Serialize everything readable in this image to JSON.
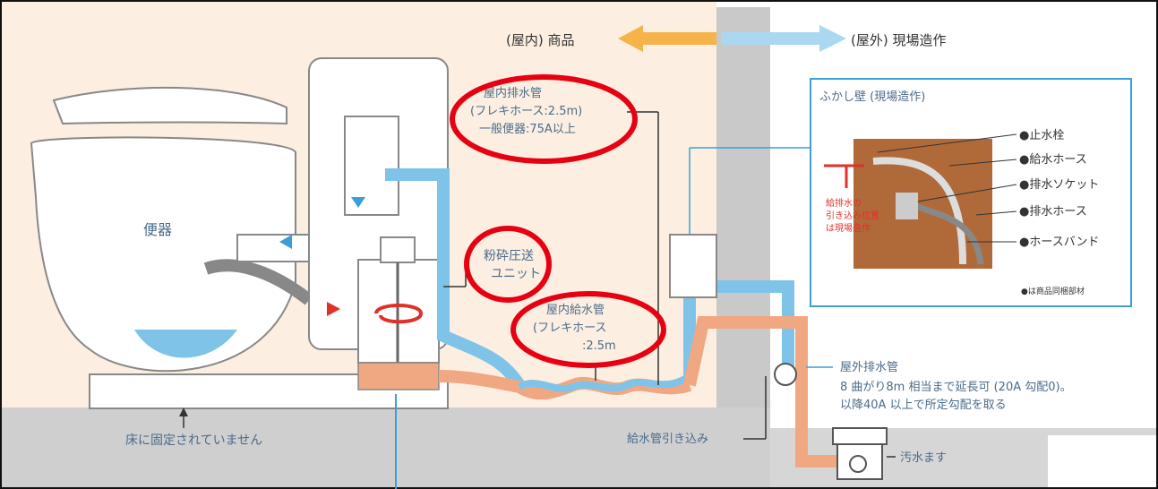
{
  "header": {
    "indoor_label": "(屋内) 商品",
    "outdoor_label": "(屋外) 現場造作"
  },
  "labels": {
    "toilet": "便器",
    "floor_note": "床に固定されていません",
    "crusher_line1": "粉砕圧送",
    "crusher_line2": "ユニット",
    "indoor_drain_line1": "屋内排水管",
    "indoor_drain_line2": "(フレキホース:2.5m)",
    "indoor_drain_line3": "一般便器:75A以上",
    "indoor_supply_line1": "屋内給水管",
    "indoor_supply_line2": "(フレキホース",
    "indoor_supply_line3": ":2.5m",
    "outdoor_drain_title": "屋外排水管",
    "outdoor_drain_line1": "8 曲がり8m 相当まで延長可 (20A 勾配0)。",
    "outdoor_drain_line2": "以降40A 以上で所定勾配を取る",
    "supply_pipe_intake": "給水管引き込み",
    "sewage_basin": "汚水ます"
  },
  "inset": {
    "title": "ふかし壁 (現場造作)",
    "photo_note_line1": "給排水の",
    "photo_note_line2": "引き込み位置",
    "photo_note_line3": "は現場造作",
    "footnote": "●は商品同梱部材",
    "parts": [
      "●止水栓",
      "●給水ホース",
      "●排水ソケット",
      "●排水ホース",
      "●ホースバンド"
    ]
  },
  "colors": {
    "indoor_bg": "#fcefe1",
    "wall": "#c9c9c9",
    "floor": "#cfcfcf",
    "water_pipe": "#7fc4e8",
    "drain_pipe": "#f0a882",
    "arrow_orange": "#f5b34a",
    "arrow_blue": "#a9d8f0",
    "highlight_circle": "#e60012",
    "frame_line": "#3a9fd8"
  }
}
